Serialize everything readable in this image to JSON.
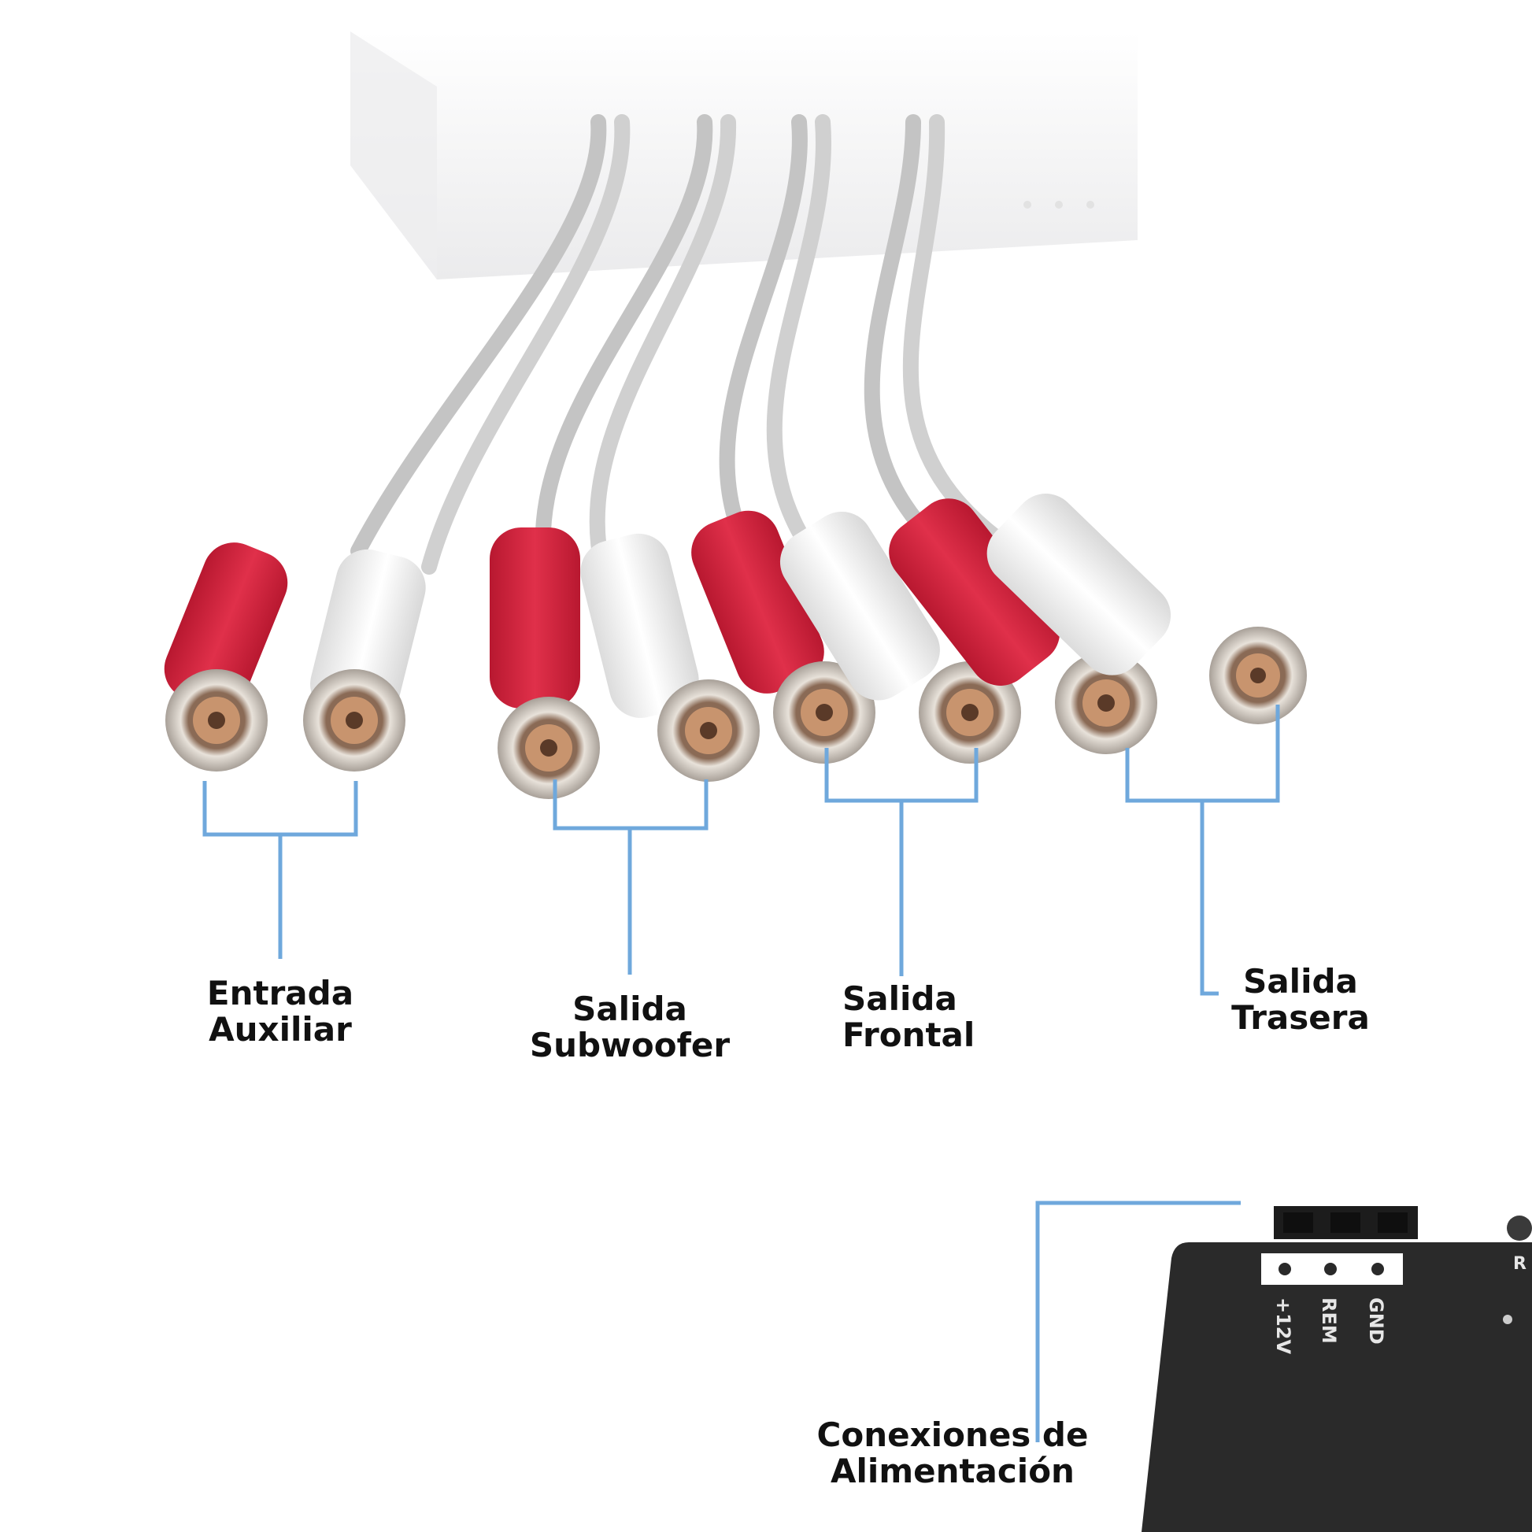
{
  "colors": {
    "background": "#ffffff",
    "callout_line": "#6fa8dc",
    "cable": "#c8c8c8",
    "plug_red": "#d8283f",
    "plug_white": "#f1f1f1",
    "jack_metal": "#cfc7bd",
    "jack_inner": "#c8946e",
    "module_body": "#2a2a2a",
    "label_text": "#111111"
  },
  "labels": {
    "aux_input": {
      "line1": "Entrada",
      "line2": "Auxiliar"
    },
    "sub_output": {
      "line1": "Salida",
      "line2": "Subwoofer"
    },
    "front_output": {
      "line1": "Salida",
      "line2": "Frontal"
    },
    "rear_output": {
      "line1": "Salida",
      "line2": "Trasera"
    },
    "power": {
      "line1": "Conexiones de",
      "line2": "Alimentación"
    }
  },
  "terminal_block": {
    "pins": [
      "+12V",
      "REM",
      "GND"
    ],
    "edge_text": "R"
  },
  "icons": {
    "rca_plug": "rca-plug-icon",
    "terminal": "screw-terminal-icon"
  }
}
